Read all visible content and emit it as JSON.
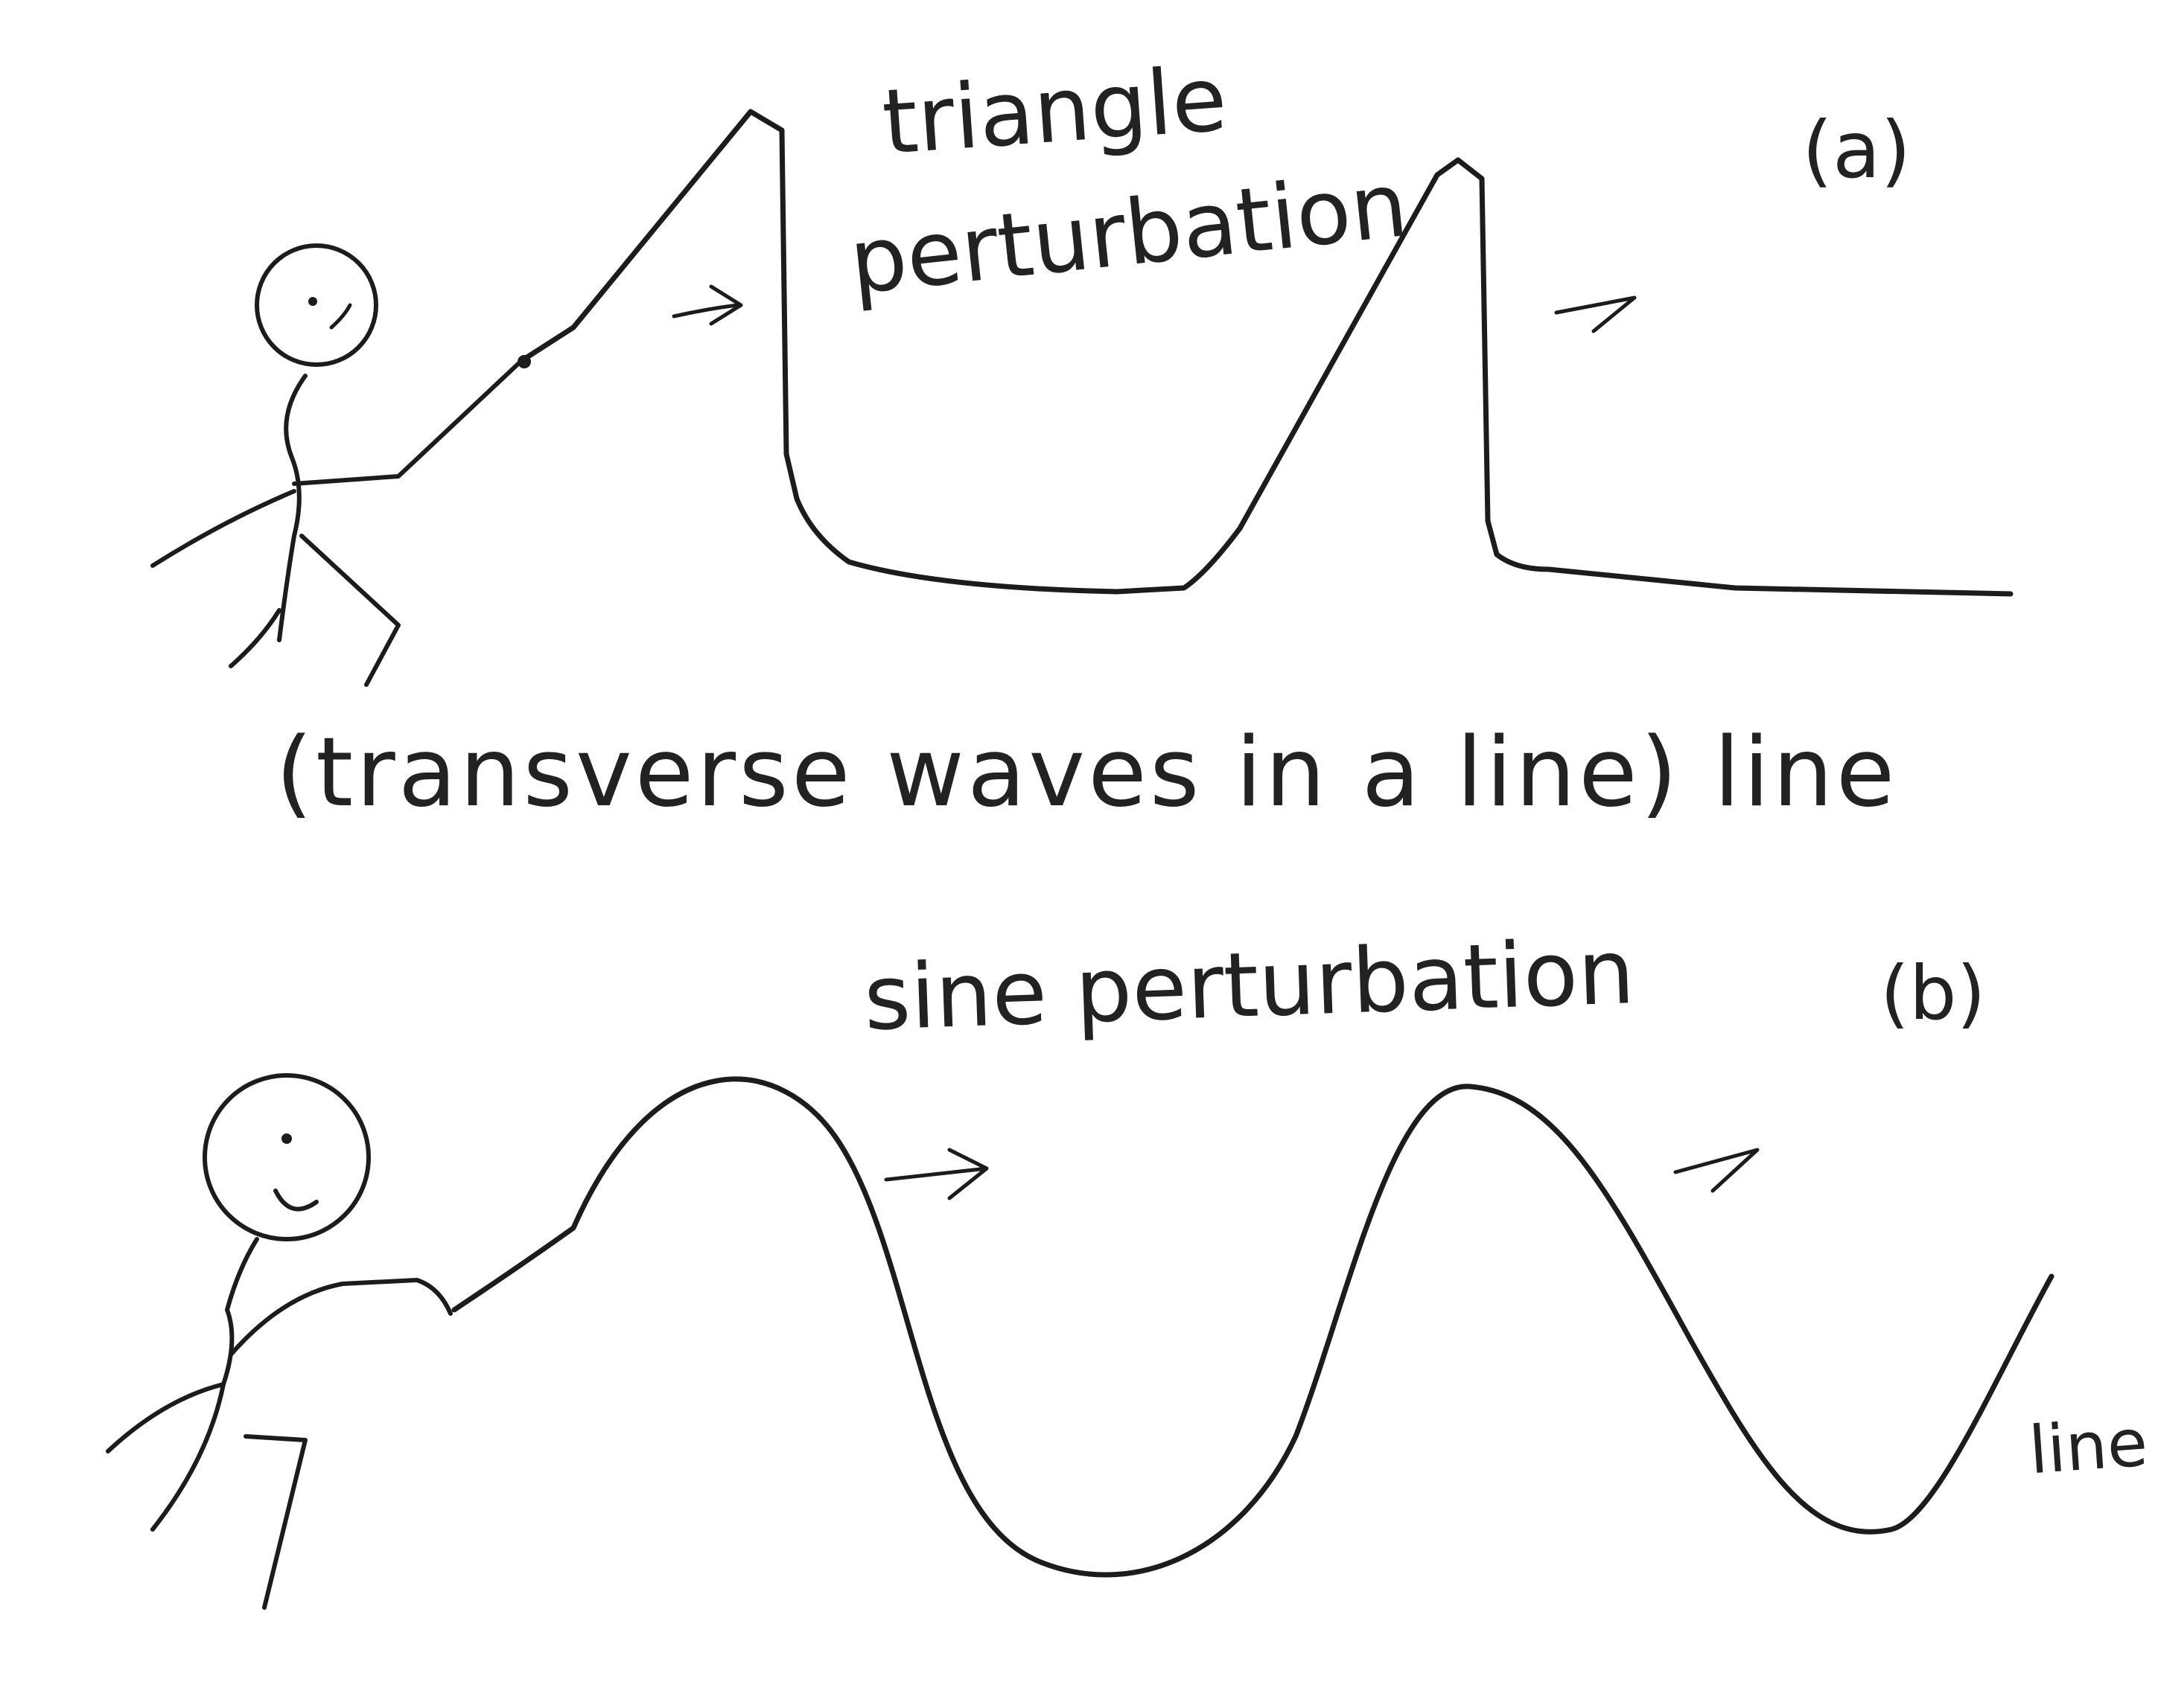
{
  "panel_a": {
    "tag": "(a)",
    "title_line1": "triangle",
    "title_line2": "perturbation"
  },
  "caption": "(transverse waves in a line) line",
  "panel_b": {
    "tag": "(b)",
    "title": "sine perturbation",
    "line_label": "line"
  },
  "colors": {
    "paper": "#ffffff",
    "ink": "#1c1c1c"
  }
}
